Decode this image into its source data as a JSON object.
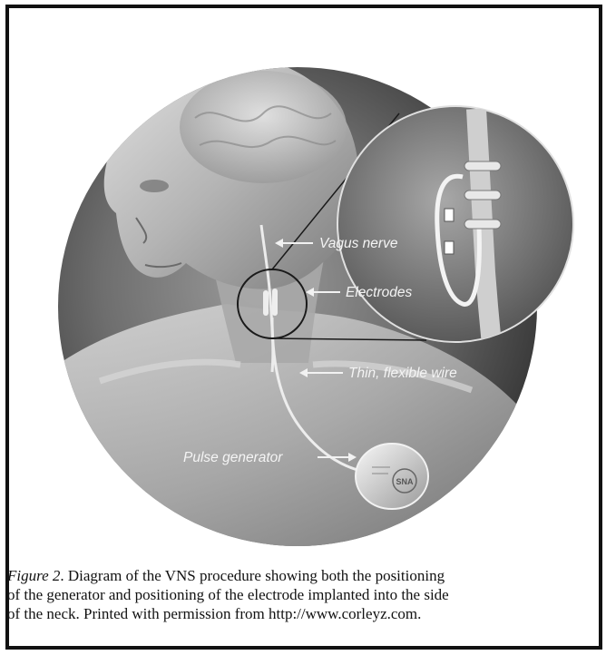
{
  "labels": {
    "vagus_nerve": "Vagus nerve",
    "electrodes": "Electrodes",
    "wire": "Thin, flexible wire",
    "pulse_generator": "Pulse generator",
    "device_mark": "SNA"
  },
  "caption": {
    "figure_label": "Figure 2",
    "line1_rest": ". Diagram of the VNS procedure showing both the positioning",
    "line2": "of the generator and positioning of the electrode implanted into the side",
    "line3": "of the neck. Printed with permission from http://www.corleyz.com."
  },
  "colors": {
    "disc_dark": "#3d3d3d",
    "disc_light": "#8e8e8e",
    "body_tone": "#b9b9b9",
    "callout_text": "#f4f4f4"
  }
}
